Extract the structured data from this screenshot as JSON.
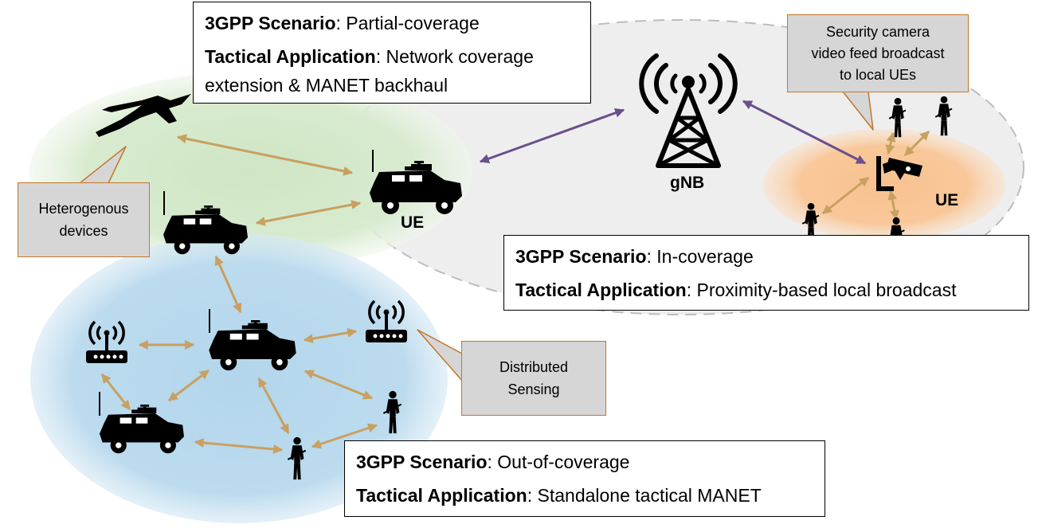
{
  "scenarios": {
    "partial": {
      "scenario_label": "3GPP Scenario",
      "scenario_value": "Partial-coverage",
      "app_label": "Tactical Application",
      "app_value_line1": "Network coverage",
      "app_value_line2": "extension & MANET backhaul"
    },
    "in_coverage": {
      "scenario_label": "3GPP Scenario",
      "scenario_value": "In-coverage",
      "app_label": "Tactical Application",
      "app_value": "Proximity-based local broadcast"
    },
    "out_of_coverage": {
      "scenario_label": "3GPP Scenario",
      "scenario_value": "Out-of-coverage",
      "app_label": "Tactical Application",
      "app_value": "Standalone tactical MANET"
    }
  },
  "callouts": {
    "heterogenous": {
      "line1": "Heterogenous",
      "line2": "devices"
    },
    "distributed": {
      "line1": "Distributed",
      "line2": "Sensing"
    },
    "camera": {
      "line1": "Security camera",
      "line2": "video feed broadcast",
      "line3": "to local UEs"
    }
  },
  "labels": {
    "gnb": "gNB",
    "ue_left": "UE",
    "ue_right": "UE"
  },
  "colors": {
    "green_zone": "#cfe5c4",
    "blue_zone": "#b3d6ec",
    "orange_zone": "#f8c18f",
    "grey_zone": "#eeeeee",
    "tan_link": "#c8a060",
    "purple_link": "#6a4f8c",
    "callout_border": "#c5762a",
    "callout_fill": "#d6d6d6"
  },
  "icons": {
    "drone": "uav-drone-icon",
    "vehicle": "military-vehicle-icon",
    "soldier": "soldier-icon",
    "router": "wireless-router-icon",
    "tower": "cell-tower-icon",
    "camera": "security-camera-icon"
  }
}
